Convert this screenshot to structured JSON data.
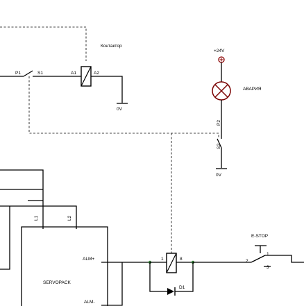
{
  "labels": {
    "p1": "P1",
    "s1": "S1",
    "a1": "A1",
    "a2": "A2",
    "contactor": "Контактор",
    "ov1": "0V",
    "v24": "+24V",
    "alarm": "АВАРИЯ",
    "p2": "P2",
    "s2": "S2",
    "ov2": "0V",
    "l1": "L1",
    "l2": "L2",
    "servopack": "SERVOPACK",
    "alm_plus": "ALM+",
    "alm_minus": "ALM-",
    "relay_pin_1": "1",
    "relay_pin_8": "8",
    "diode": "D1",
    "estop": "E-STOP",
    "estop_pin_1": "1",
    "estop_pin_2": "2",
    "estop_pin_3": "3"
  },
  "colors": {
    "wire": "#000000",
    "wire_green": "#2e7d32",
    "node": "#2e7d32",
    "mechanical_link": "#444444",
    "contactor_coil_stroke": "#000000",
    "lamp_stroke": "#7a0000",
    "terminal": "#8b0000"
  },
  "icons": {
    "relay_coil": "relay-coil-icon",
    "lamp": "lamp-icon",
    "diode": "diode-icon",
    "switch": "switch-icon",
    "ground": "ground-icon"
  }
}
